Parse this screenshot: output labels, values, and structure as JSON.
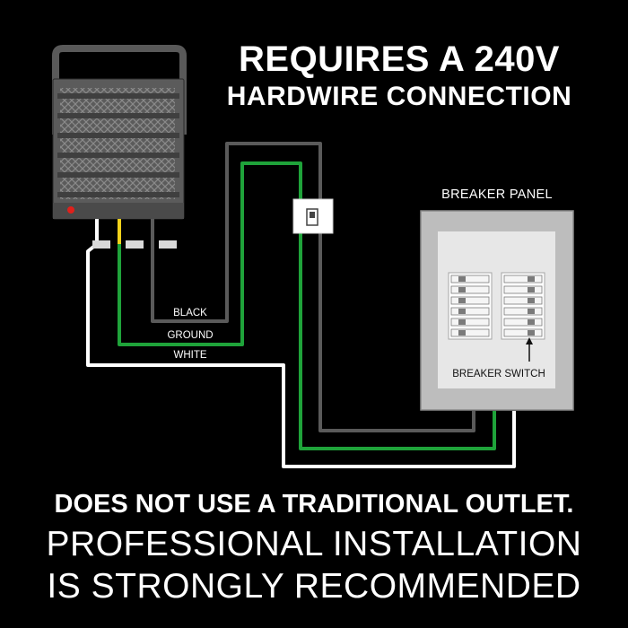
{
  "headline": {
    "line1": "REQUIRES A 240V",
    "line2": "HARDWIRE CONNECTION"
  },
  "diagram": {
    "panel_label": "BREAKER PANEL",
    "switch_label": "BREAKER SWITCH",
    "wires": {
      "black": "BLACK",
      "ground": "GROUND",
      "white": "WHITE"
    },
    "colors": {
      "black_wire": "#5a5a5a",
      "ground_wire": "#1fa33a",
      "white_wire": "#ffffff",
      "yellow_wire": "#f2d21b",
      "indicator": "#e0201b"
    },
    "icons": [
      "heater-icon",
      "wall-switch-icon",
      "breaker-panel-icon"
    ]
  },
  "footer": {
    "line1": "DOES NOT USE A TRADITIONAL OUTLET.",
    "line2": "PROFESSIONAL INSTALLATION",
    "line3": "IS STRONGLY RECOMMENDED"
  }
}
